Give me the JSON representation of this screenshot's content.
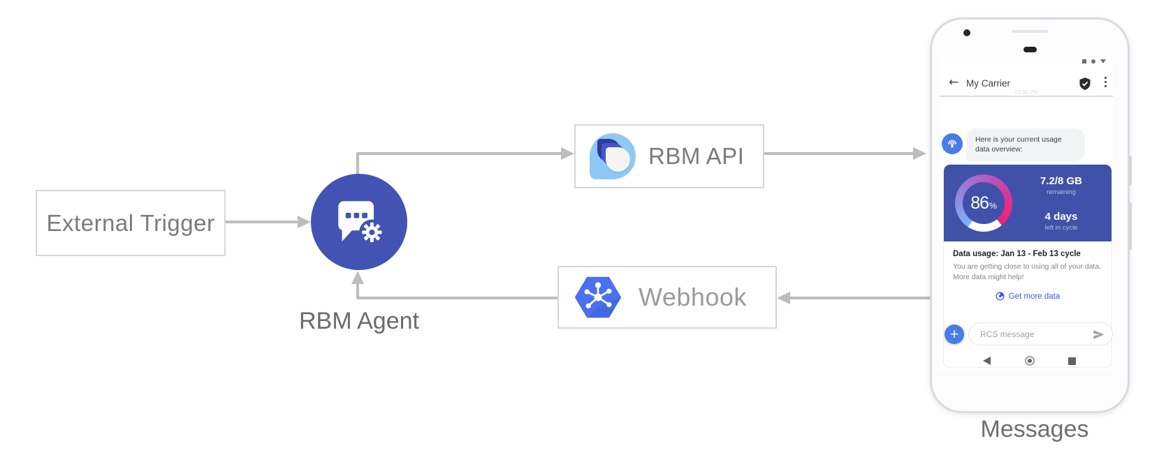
{
  "diagram": {
    "external_trigger_label": "External Trigger",
    "rbm_agent_label": "RBM Agent",
    "rbm_api_label": "RBM API",
    "webhook_label": "Webhook",
    "messages_caption": "Messages"
  },
  "phone": {
    "status_icons": [
      "window-square",
      "record-dot",
      "signal-triangle"
    ],
    "faint_timestamp": "12:30 PM",
    "header": {
      "back_glyph": "←",
      "title": "My Carrier"
    },
    "chat": {
      "agent_message_line1": "Here is your current usage",
      "agent_message_line2": "data overview:"
    },
    "usage_card": {
      "percent": "86",
      "percent_symbol": "%",
      "amount": "7.2/8 GB",
      "amount_sub": "remaining",
      "days": "4 days",
      "days_sub": "left in cycle",
      "title": "Data usage: Jan 13 - Feb 13 cycle",
      "body_line1": "You are getting close to using all of your data.",
      "body_line2": "More data might help!",
      "action_label": "Get more data"
    },
    "compose": {
      "plus_glyph": "+",
      "placeholder": "RCS message"
    }
  },
  "colors": {
    "arrow": "#bdbdbd",
    "agent-blue": "#4253b4",
    "card-blue": "#3f51a8",
    "avatar-blue": "#4a7ce8",
    "link-blue": "#3d5be0",
    "hex-blue": "#4b70ee",
    "gauge-blue": "#7cb0f5",
    "gauge-periwinkle": "#9287dd",
    "gauge-purple": "#b35cc4",
    "gauge-magenta": "#e0318f",
    "gauge-pink": "#ed2276"
  }
}
